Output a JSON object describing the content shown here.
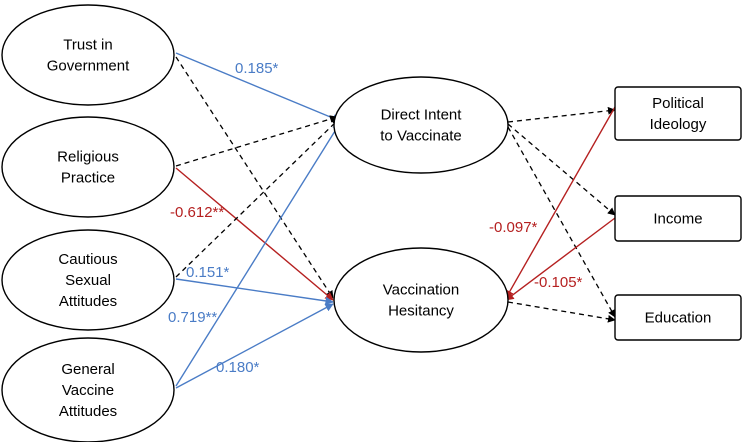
{
  "colors": {
    "positive_significant": "#4a7cc6",
    "negative_significant": "#b52020",
    "non_significant": "#000000",
    "node_outline": "#000000",
    "background": "#ffffff"
  },
  "nodes": {
    "trust": {
      "lines": [
        "Trust in",
        "Government"
      ],
      "shape": "ellipse"
    },
    "religious": {
      "lines": [
        "Religious",
        "Practice"
      ],
      "shape": "ellipse"
    },
    "cautious": {
      "lines": [
        "Cautious",
        "Sexual",
        "Attitudes"
      ],
      "shape": "ellipse"
    },
    "general": {
      "lines": [
        "General",
        "Vaccine",
        "Attitudes"
      ],
      "shape": "ellipse"
    },
    "intent": {
      "lines": [
        "Direct Intent",
        "to Vaccinate"
      ],
      "shape": "ellipse"
    },
    "hesitancy": {
      "lines": [
        "Vaccination",
        "Hesitancy"
      ],
      "shape": "ellipse"
    },
    "ideology": {
      "lines": [
        "Political",
        "Ideology"
      ],
      "shape": "box"
    },
    "income": {
      "lines": [
        "Income"
      ],
      "shape": "box"
    },
    "education": {
      "lines": [
        "Education"
      ],
      "shape": "box"
    }
  },
  "edges": [
    {
      "from": "trust",
      "to": "intent",
      "significant": true,
      "sign": "positive",
      "coefficient": "0.185*"
    },
    {
      "from": "trust",
      "to": "hesitancy",
      "significant": false
    },
    {
      "from": "religious",
      "to": "intent",
      "significant": false
    },
    {
      "from": "religious",
      "to": "hesitancy",
      "significant": true,
      "sign": "negative",
      "coefficient": "-0.612**"
    },
    {
      "from": "cautious",
      "to": "intent",
      "significant": false
    },
    {
      "from": "cautious",
      "to": "hesitancy",
      "significant": true,
      "sign": "positive",
      "coefficient": "0.151*"
    },
    {
      "from": "general",
      "to": "intent",
      "significant": true,
      "sign": "positive",
      "coefficient": "0.719**"
    },
    {
      "from": "general",
      "to": "hesitancy",
      "significant": true,
      "sign": "positive",
      "coefficient": "0.180*"
    },
    {
      "from": "intent",
      "to": "ideology",
      "significant": false
    },
    {
      "from": "intent",
      "to": "income",
      "significant": false
    },
    {
      "from": "intent",
      "to": "education",
      "significant": false
    },
    {
      "from": "ideology",
      "to": "hesitancy",
      "significant": true,
      "sign": "negative",
      "coefficient": "-0.097*"
    },
    {
      "from": "income",
      "to": "hesitancy",
      "significant": true,
      "sign": "negative",
      "coefficient": "-0.105*"
    },
    {
      "from": "hesitancy",
      "to": "education",
      "significant": false
    }
  ]
}
